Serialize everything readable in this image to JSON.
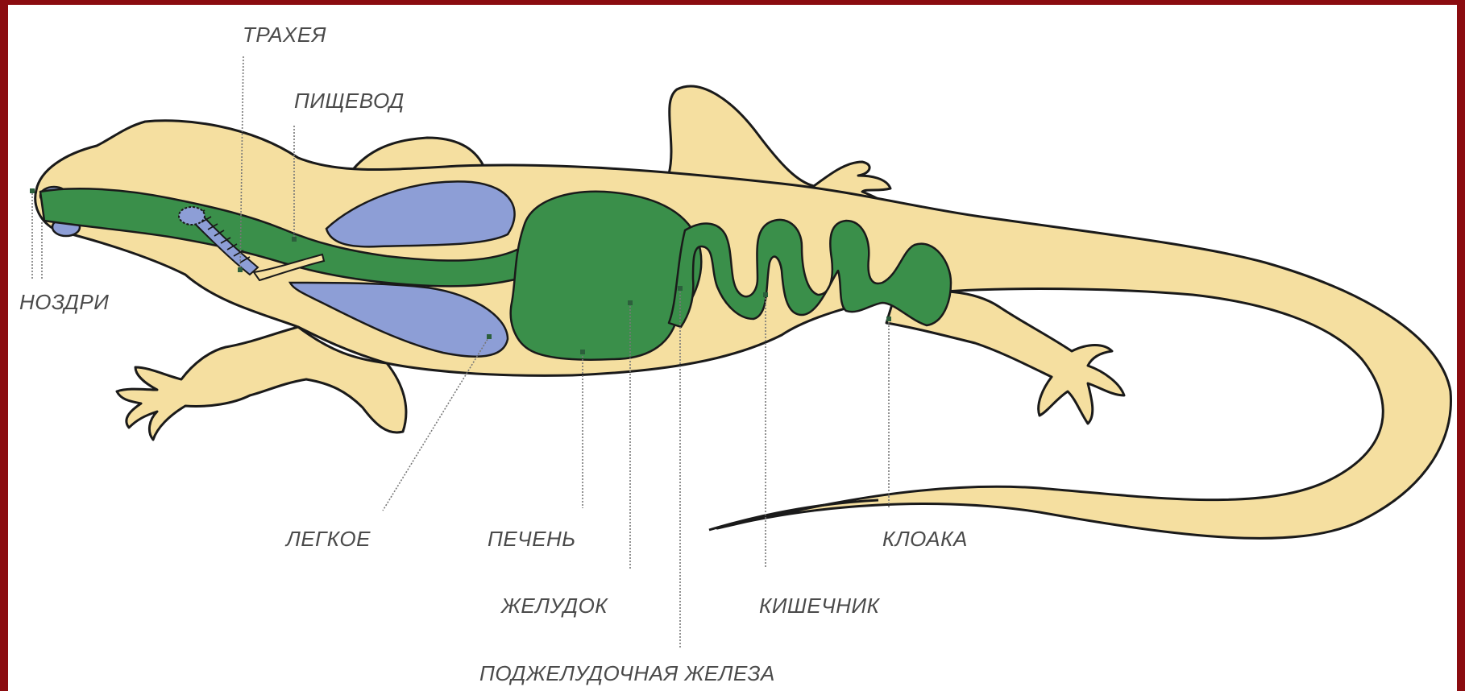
{
  "labels": {
    "trachea": "ТРАХЕЯ",
    "esophagus": "ПИЩЕВОД",
    "nostrils": "НОЗДРИ",
    "lung": "ЛЕГКОЕ",
    "liver": "ПЕЧЕНЬ",
    "stomach": "ЖЕЛУДОК",
    "pancreas": "ПОДЖЕЛУДОЧНАЯ ЖЕЛЕЗА",
    "intestine": "КИШЕЧНИК",
    "cloaca": "КЛОАКА"
  },
  "colors": {
    "frame": "#8b0c10",
    "body": "#f5dfa0",
    "outline": "#1a1a1a",
    "digestive": "#3a8f4a",
    "lungs": "#8d9ed6",
    "label_text": "#4a4a4a"
  }
}
